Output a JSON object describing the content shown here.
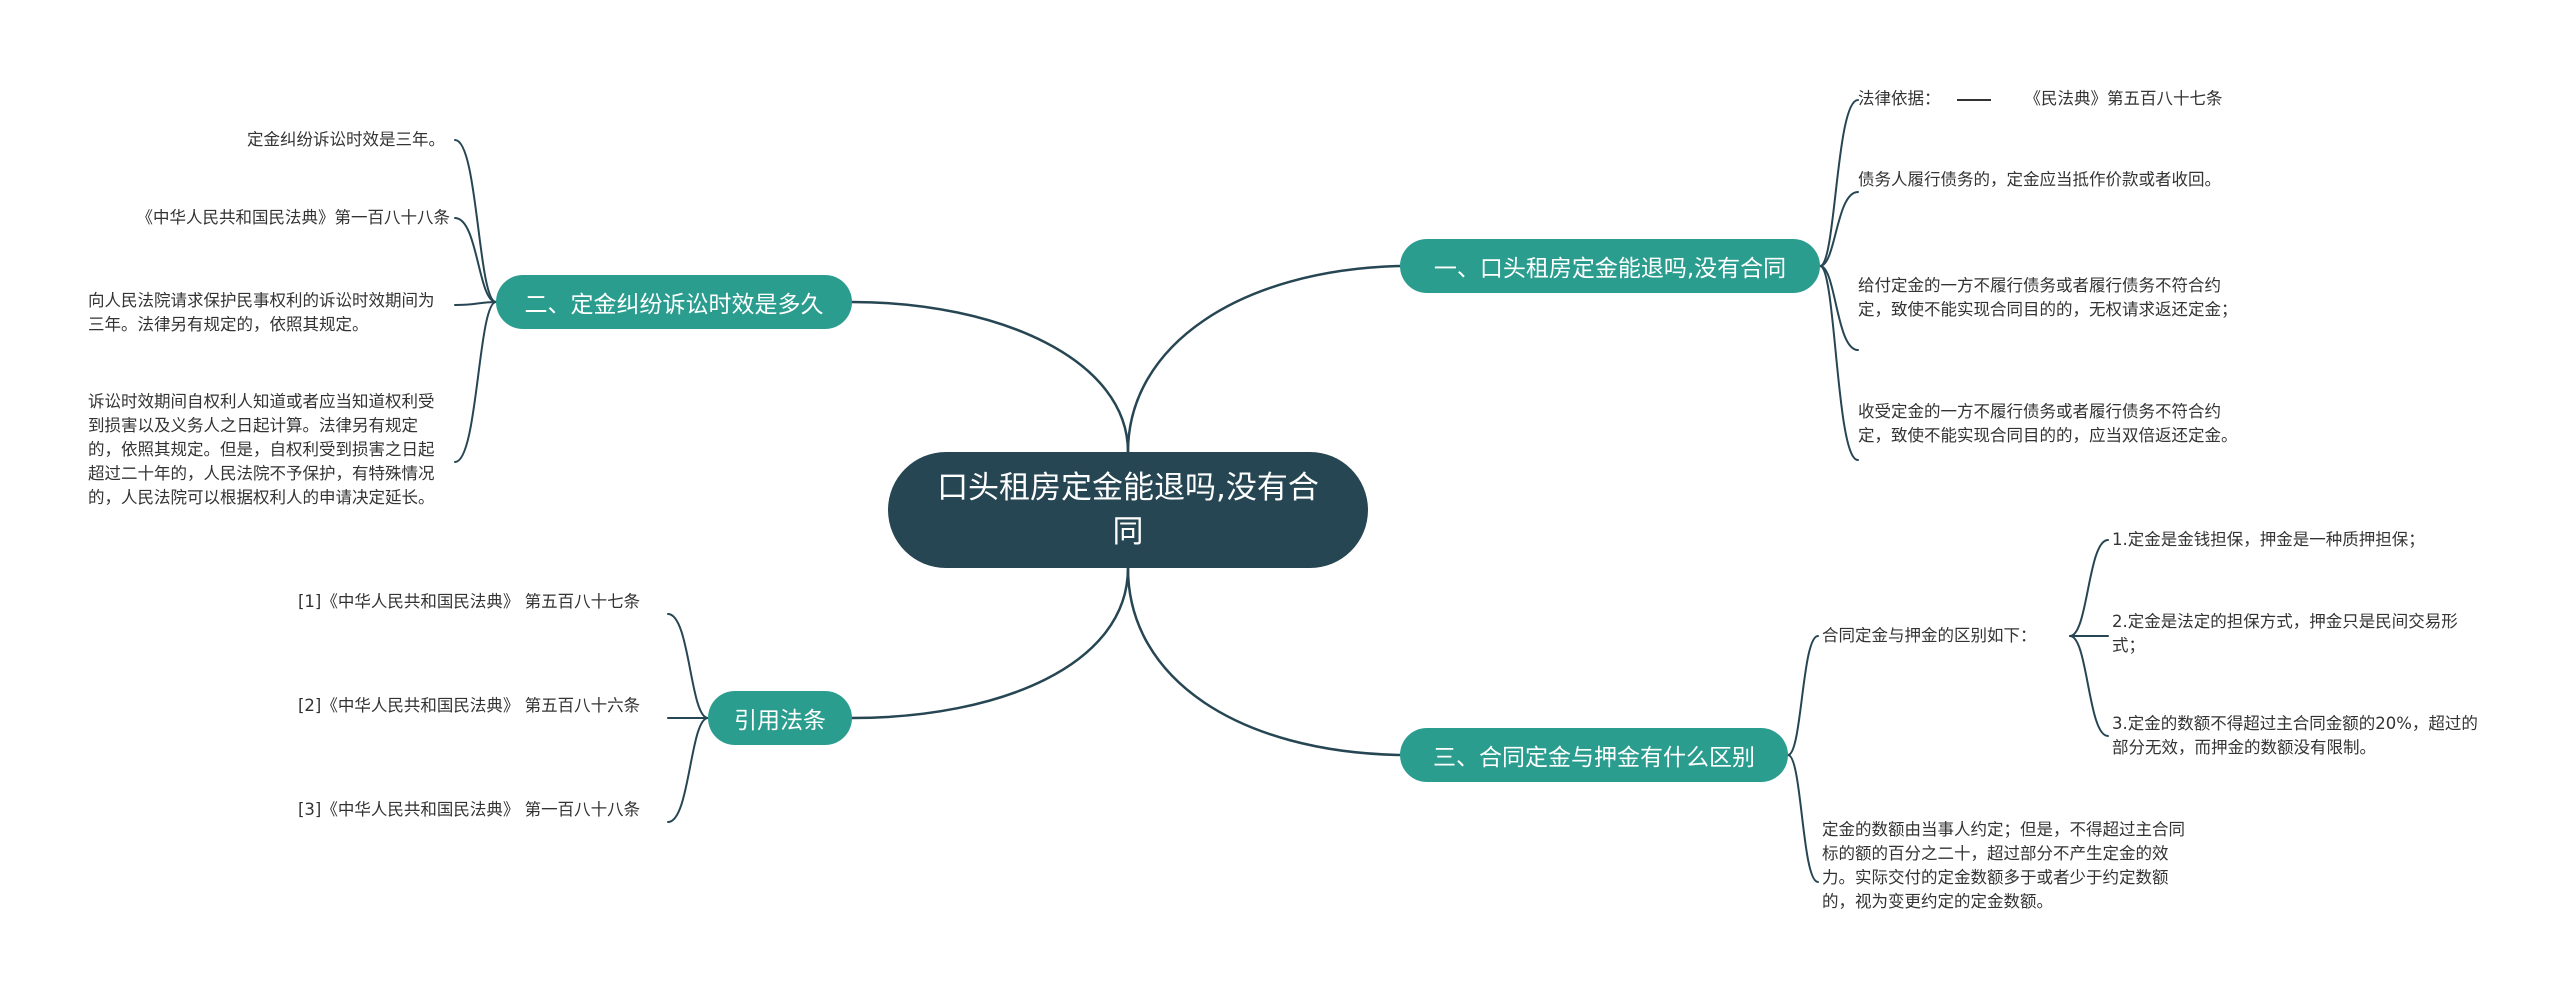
{
  "root": {
    "title": "口头租房定金能退吗,没有合同"
  },
  "branches": {
    "b1": {
      "title": "一、口头租房定金能退吗,没有合同",
      "items": [
        {
          "label": "法律依据：",
          "detail": "《民法典》第五百八十七条"
        },
        {
          "text": "债务人履行债务的，定金应当抵作价款或者收回。"
        },
        {
          "text": "给付定金的一方不履行债务或者履行债务不符合约定，致使不能实现合同目的的，无权请求返还定金；"
        },
        {
          "text": "收受定金的一方不履行债务或者履行债务不符合约定，致使不能实现合同目的的，应当双倍返还定金。"
        }
      ]
    },
    "b2": {
      "title": "二、定金纠纷诉讼时效是多久",
      "items": [
        {
          "text": "定金纠纷诉讼时效是三年。"
        },
        {
          "text": "《中华人民共和国民法典》第一百八十八条"
        },
        {
          "text": "向人民法院请求保护民事权利的诉讼时效期间为三年。法律另有规定的，依照其规定。"
        },
        {
          "text": "诉讼时效期间自权利人知道或者应当知道权利受到损害以及义务人之日起计算。法律另有规定的，依照其规定。但是，自权利受到损害之日起超过二十年的，人民法院不予保护，有特殊情况的，人民法院可以根据权利人的申请决定延长。"
        }
      ]
    },
    "b3": {
      "title": "三、合同定金与押金有什么区别",
      "sub": {
        "text": "合同定金与押金的区别如下：",
        "items": [
          {
            "text": "1.定金是金钱担保，押金是一种质押担保；"
          },
          {
            "text": "2.定金是法定的担保方式，押金只是民间交易形式；"
          },
          {
            "text": "3.定金的数额不得超过主合同金额的20%，超过的部分无效，而押金的数额没有限制。"
          }
        ]
      },
      "note": {
        "text": "定金的数额由当事人约定；但是，不得超过主合同标的额的百分之二十，超过部分不产生定金的效力。实际交付的定金数额多于或者少于约定数额的，视为变更约定的定金数额。"
      }
    },
    "b4": {
      "title": "引用法条",
      "items": [
        {
          "text": "[1]《中华人民共和国民法典》 第五百八十七条"
        },
        {
          "text": "[2]《中华人民共和国民法典》 第五百八十六条"
        },
        {
          "text": "[3]《中华人民共和国民法典》 第一百八十八条"
        }
      ]
    }
  },
  "colors": {
    "root_fill": "#264653",
    "branch_fill": "#2a9d8f",
    "connector": "#264653",
    "text": "#333333"
  }
}
